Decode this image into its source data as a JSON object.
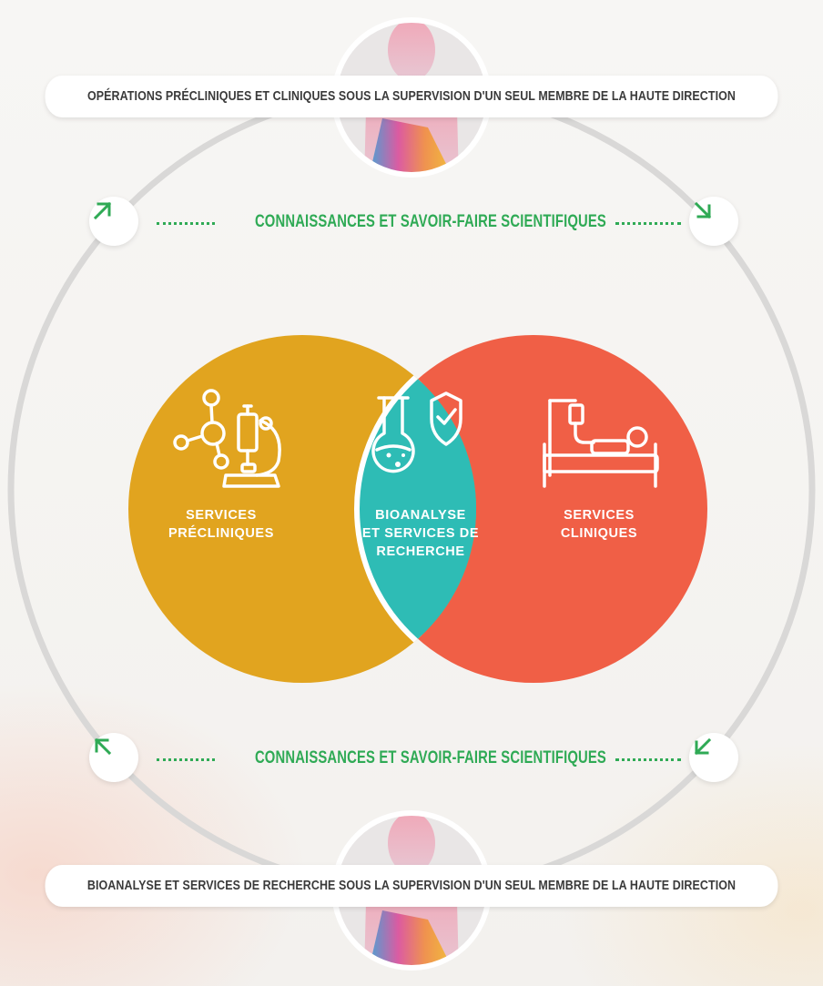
{
  "header": {
    "top_banner": "OPÉRATIONS PRÉCLINIQUES ET CLINIQUES SOUS LA SUPERVISION D'UN SEUL MEMBRE DE LA HAUTE DIRECTION",
    "bottom_banner": "BIOANALYSE ET SERVICES DE RECHERCHE SOUS LA SUPERVISION D'UN SEUL MEMBRE DE LA HAUTE DIRECTION"
  },
  "cycle": {
    "top_label": "CONNAISSANCES ET SAVOIR-FAIRE SCIENTIFIQUES",
    "bottom_label": "CONNAISSANCES ET SAVOIR-FAIRE SCIENTIFIQUES",
    "arrows": {
      "top_left": "arrow-up-right-icon",
      "top_right": "arrow-down-right-icon",
      "bottom_left": "arrow-up-left-icon",
      "bottom_right": "arrow-down-left-icon"
    }
  },
  "venn": {
    "left": {
      "line1": "SERVICES",
      "line2": "PRÉCLINIQUES",
      "icon": "microscope-molecule-icon",
      "color": "#E1A41F"
    },
    "center": {
      "line1": "BIOANALYSE",
      "line2": "ET SERVICES DE",
      "line3": "RECHERCHE",
      "icon": "flask-shield-icon",
      "color": "#2EBCB5"
    },
    "right": {
      "line1": "SERVICES",
      "line2": "CLINIQUES",
      "icon": "hospital-bed-icon",
      "color": "#F05F46"
    }
  },
  "colors": {
    "accent_green": "#2FAA55",
    "ring": "#D8D8D8"
  }
}
